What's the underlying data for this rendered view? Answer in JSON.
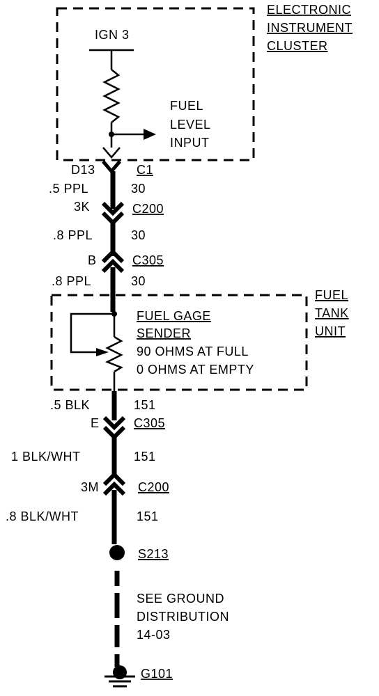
{
  "cluster": {
    "title_lines": [
      "ELECTRONIC",
      "INSTRUMENT",
      "CLUSTER"
    ],
    "ign_label": "IGN 3",
    "fuel_level_lines": [
      "FUEL",
      "LEVEL",
      "INPUT"
    ]
  },
  "connectors": {
    "c1": {
      "pin": "D13",
      "name": "C1"
    },
    "c200_top": {
      "pin": "3K",
      "name": "C200"
    },
    "c305_top": {
      "pin": "B",
      "name": "C305"
    },
    "c305_bottom": {
      "pin": "E",
      "name": "C305"
    },
    "c200_bottom": {
      "pin": "3M",
      "name": "C200"
    }
  },
  "wires": {
    "w1": {
      "gauge": ".5 PPL",
      "circuit": "30"
    },
    "w2": {
      "gauge": ".8 PPL",
      "circuit": "30"
    },
    "w3": {
      "gauge": ".8 PPL",
      "circuit": "30"
    },
    "w4": {
      "gauge": ".5 BLK",
      "circuit": "151"
    },
    "w5": {
      "gauge": "1 BLK/WHT",
      "circuit": "151"
    },
    "w6": {
      "gauge": ".8 BLK/WHT",
      "circuit": "151"
    }
  },
  "tank": {
    "title_lines": [
      "FUEL",
      "TANK",
      "UNIT"
    ],
    "sender_lines": [
      "FUEL GAGE",
      "SENDER"
    ],
    "spec_lines": [
      "90 OHMS AT FULL",
      "0 OHMS AT EMPTY"
    ]
  },
  "splice": {
    "name": "S213"
  },
  "ground_note": {
    "lines": [
      "SEE GROUND",
      "DISTRIBUTION",
      "14-03"
    ]
  },
  "ground": {
    "name": "G101"
  }
}
